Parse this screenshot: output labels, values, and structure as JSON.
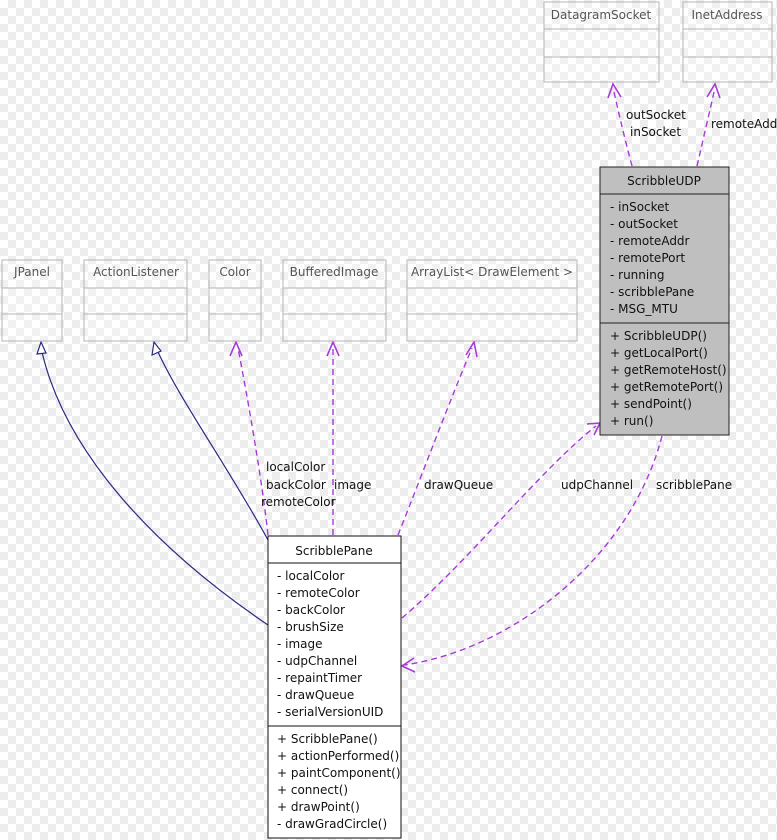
{
  "colors": {
    "dependency": "#a83ad6",
    "inheritance": "#2a2a80",
    "highlight_header": "#bfbfbf"
  },
  "classes": {
    "datagram_socket": {
      "name": "DatagramSocket"
    },
    "inet_address": {
      "name": "InetAddress"
    },
    "jpanel": {
      "name": "JPanel"
    },
    "action_listener": {
      "name": "ActionListener"
    },
    "color": {
      "name": "Color"
    },
    "buffered_image": {
      "name": "BufferedImage"
    },
    "array_list": {
      "name": "ArrayList< DrawElement >"
    },
    "scribble_udp": {
      "name": "ScribbleUDP",
      "attributes": [
        "- inSocket",
        "- outSocket",
        "- remoteAddr",
        "- remotePort",
        "- running",
        "- scribblePane",
        "- MSG_MTU"
      ],
      "methods": [
        "+ ScribbleUDP()",
        "+ getLocalPort()",
        "+ getRemoteHost()",
        "+ getRemotePort()",
        "+ sendPoint()",
        "+ run()"
      ]
    },
    "scribble_pane": {
      "name": "ScribblePane",
      "attributes": [
        "- localColor",
        "- remoteColor",
        "- backColor",
        "- brushSize",
        "- image",
        "- udpChannel",
        "- repaintTimer",
        "- drawQueue",
        "- serialVersionUID"
      ],
      "methods": [
        "+ ScribblePane()",
        "+ actionPerformed()",
        "+ paintComponent()",
        "+ connect()",
        "+ drawPoint()",
        "- drawGradCircle()"
      ]
    }
  },
  "edge_labels": {
    "out_socket": "outSocket",
    "in_socket": "inSocket",
    "remote_addr": "remoteAddr",
    "local_color": "localColor",
    "back_color": "backColor",
    "remote_color": "remoteColor",
    "image": "image",
    "draw_queue": "drawQueue",
    "udp_channel": "udpChannel",
    "scribble_pane": "scribblePane"
  }
}
